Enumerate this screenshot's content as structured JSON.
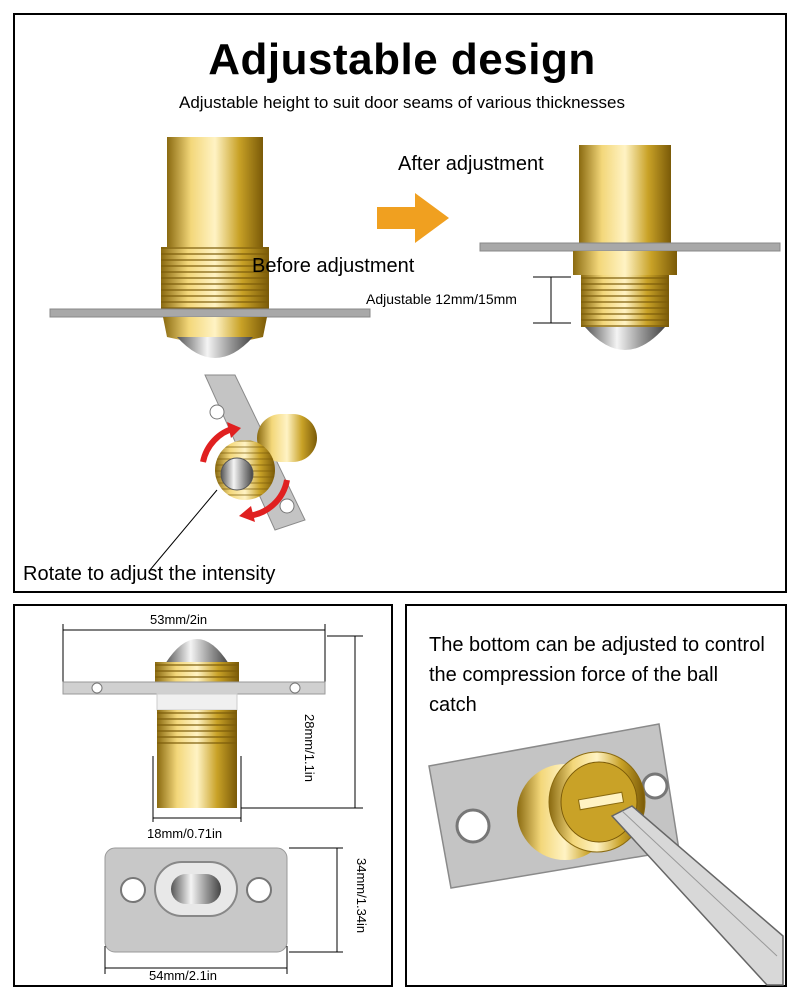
{
  "header": {
    "title": "Adjustable design",
    "subtitle": "Adjustable height to suit door seams of various thicknesses"
  },
  "adjustment": {
    "before_label": "Before adjustment",
    "after_label": "After adjustment",
    "range_label": "Adjustable 12mm/15mm",
    "rotate_label": "Rotate to adjust the intensity"
  },
  "dimensions": {
    "top_width": "53mm/2in",
    "height": "28mm/1.1in",
    "body_width": "18mm/0.71in",
    "plate_height": "34mm/1.34in",
    "plate_width": "54mm/2.1in"
  },
  "note": {
    "text": "The bottom can be adjusted to control the compression force of the ball catch"
  },
  "colors": {
    "brass": "#c9a227",
    "steel": "#b8b8b8",
    "arrow": "#f0a020",
    "rotate_arrow": "#e02020"
  }
}
